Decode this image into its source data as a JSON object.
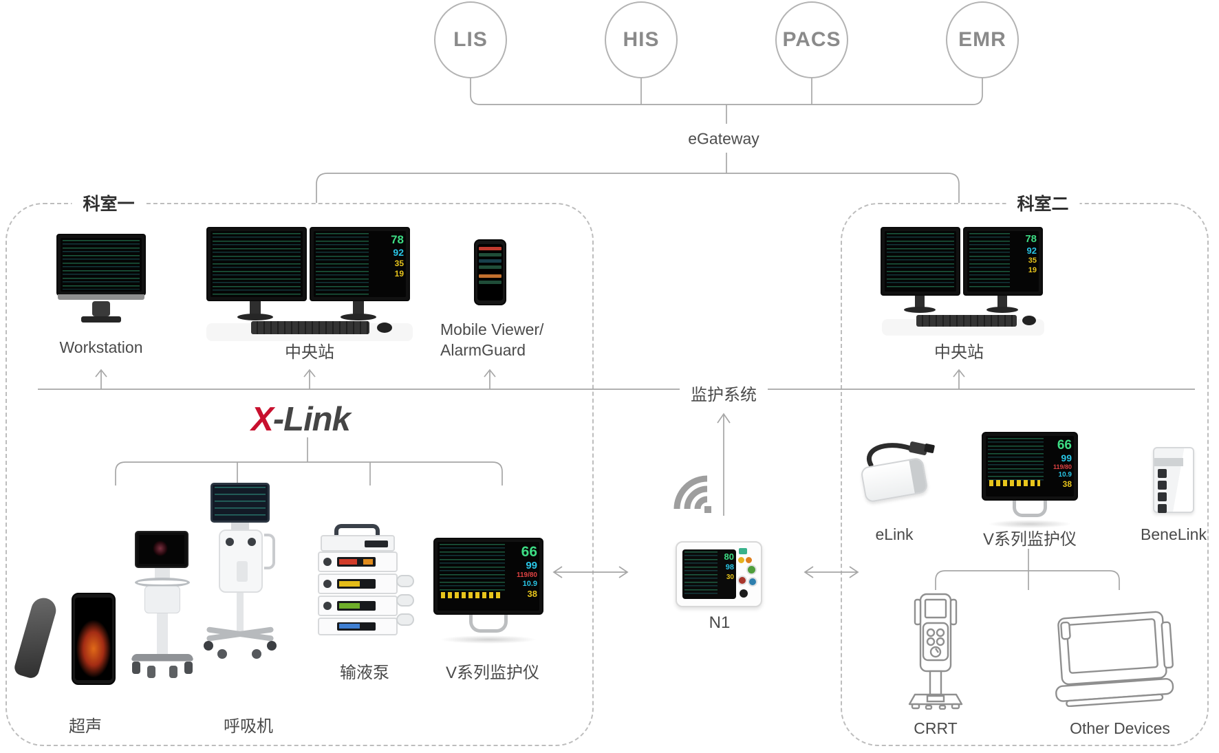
{
  "top_systems": {
    "circles": [
      {
        "label": "LIS"
      },
      {
        "label": "HIS"
      },
      {
        "label": "PACS"
      },
      {
        "label": "EMR"
      }
    ],
    "gateway_label": "eGateway"
  },
  "department_1": {
    "title": "科室一",
    "workstation_label": "Workstation",
    "central_station_label": "中央站",
    "mobile_viewer_line1": "Mobile Viewer/",
    "mobile_viewer_line2": "AlarmGuard",
    "xlink_x": "X",
    "xlink_rest": "-Link",
    "devices": [
      {
        "label": "超声"
      },
      {
        "label": "呼吸机"
      },
      {
        "label": "输液泵"
      },
      {
        "label": "V系列监护仪"
      }
    ]
  },
  "middle": {
    "monitoring_system_label": "监护系统",
    "n1_label": "N1"
  },
  "department_2": {
    "title": "科室二",
    "central_station_label": "中央站",
    "elink_label": "eLink",
    "vseries_label": "V系列监护仪",
    "benelink_label": "BeneLink",
    "crrt_label": "CRRT",
    "other_devices_label": "Other Devices"
  },
  "screens": {
    "central_station_numbers": [
      "78",
      "92",
      "35",
      "19"
    ],
    "vseries_numbers": [
      "66",
      "99",
      "119/80",
      "10.9",
      "38"
    ],
    "n1_numbers": [
      "80",
      "98",
      "30"
    ]
  },
  "colors": {
    "xlink_red": "#c8102e",
    "text_dark": "#4a4a4a",
    "text_circle": "#8a8a8a",
    "line": "#a6a6a6",
    "screen_green": "#3ddc84",
    "screen_cyan": "#29c5e6",
    "screen_yellow": "#e8c51c",
    "screen_red": "#e04343"
  }
}
